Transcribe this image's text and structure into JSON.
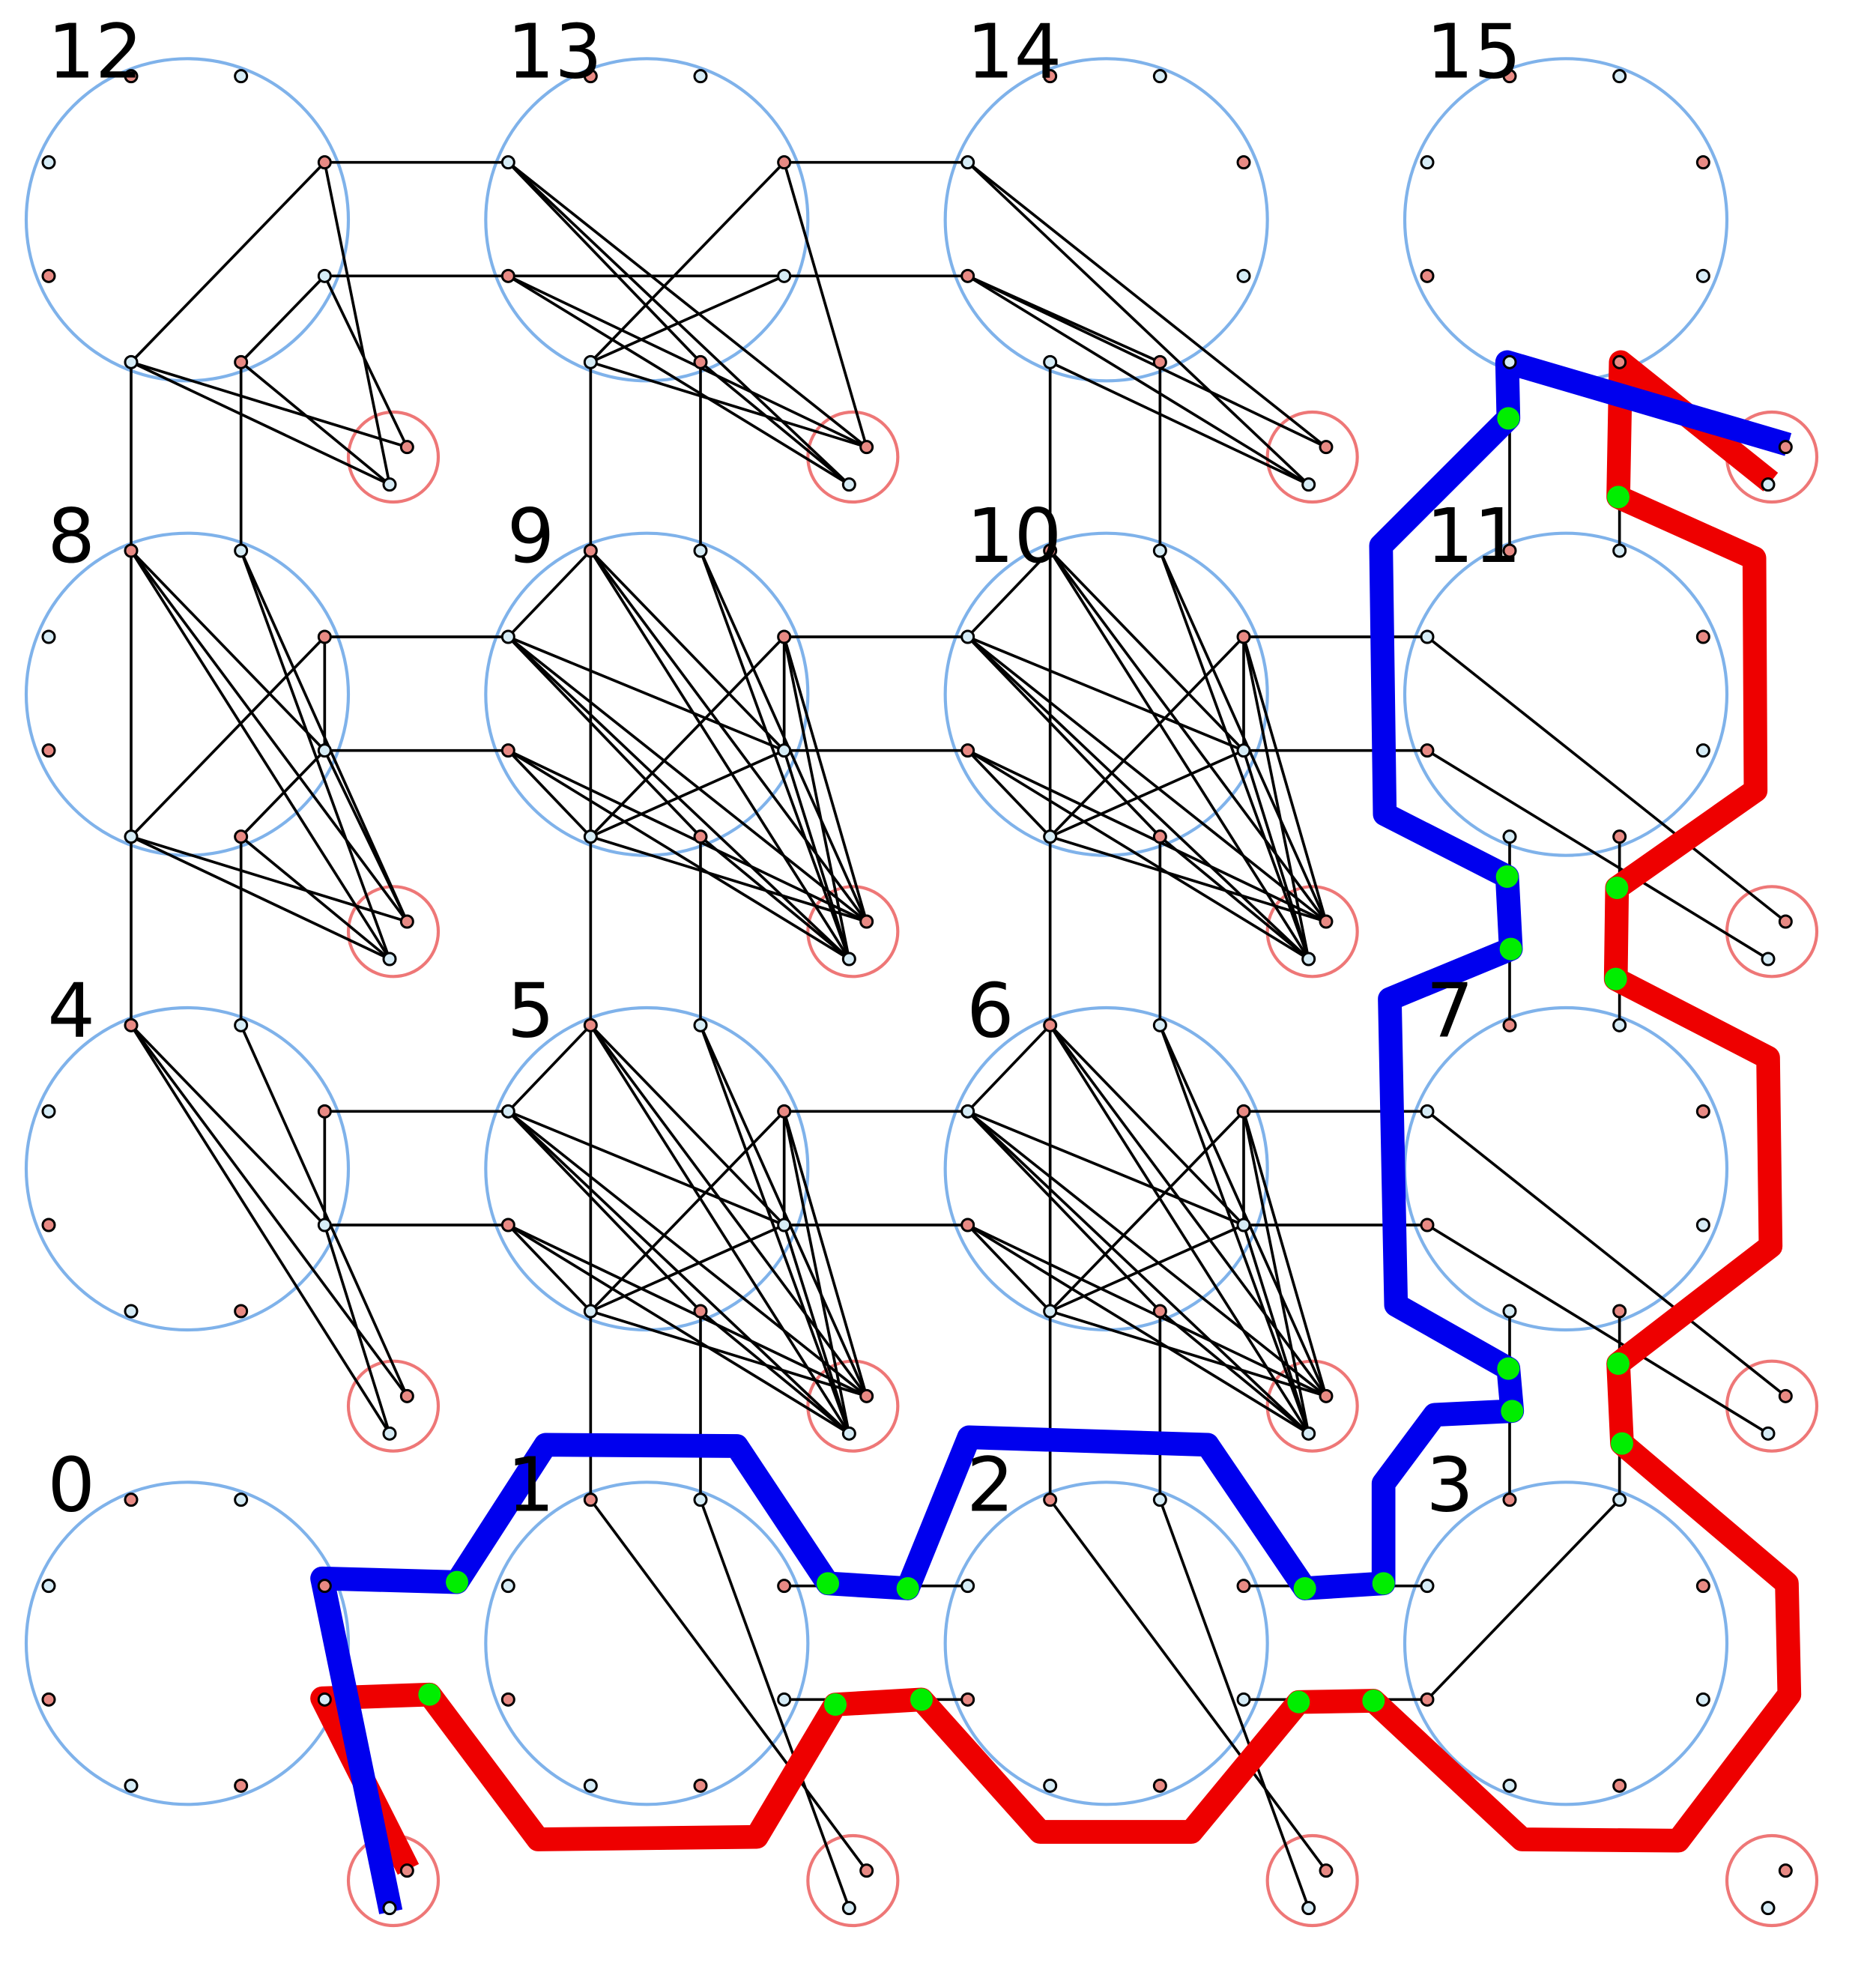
{
  "diagram": {
    "cell_labels": [
      "0",
      "1",
      "2",
      "3",
      "4",
      "5",
      "6",
      "7",
      "8",
      "9",
      "10",
      "11",
      "12",
      "13",
      "14",
      "15"
    ],
    "colors": {
      "cell_circle": "#7fb2ea",
      "bundle_circle": "#ee7777",
      "node_red": "#e88a84",
      "node_blue": "#d6ecf6",
      "edge": "#000000",
      "path_blue": "#0000ee",
      "path_red": "#ee0000",
      "junction": "#00ee00"
    }
  }
}
